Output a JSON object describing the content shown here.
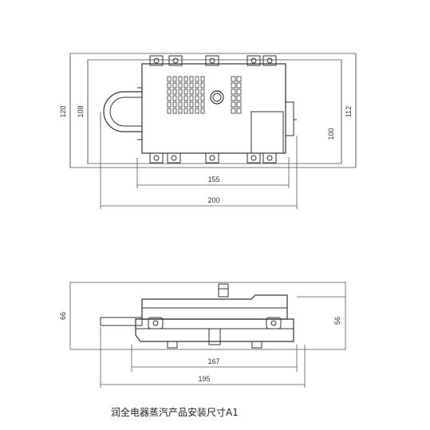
{
  "top_view": {
    "dim_width_155": "155",
    "dim_width_200": "200",
    "dim_height_120": "120",
    "dim_height_108": "108",
    "dim_height_100": "100",
    "dim_height_112": "112"
  },
  "side_view": {
    "dim_height_66": "66",
    "dim_height_56": "56",
    "dim_width_167": "167",
    "dim_width_195": "195"
  },
  "caption": "润全电器蒸汽产品安装尺寸A1",
  "colors": {
    "line": "#333333",
    "background": "#ffffff"
  }
}
